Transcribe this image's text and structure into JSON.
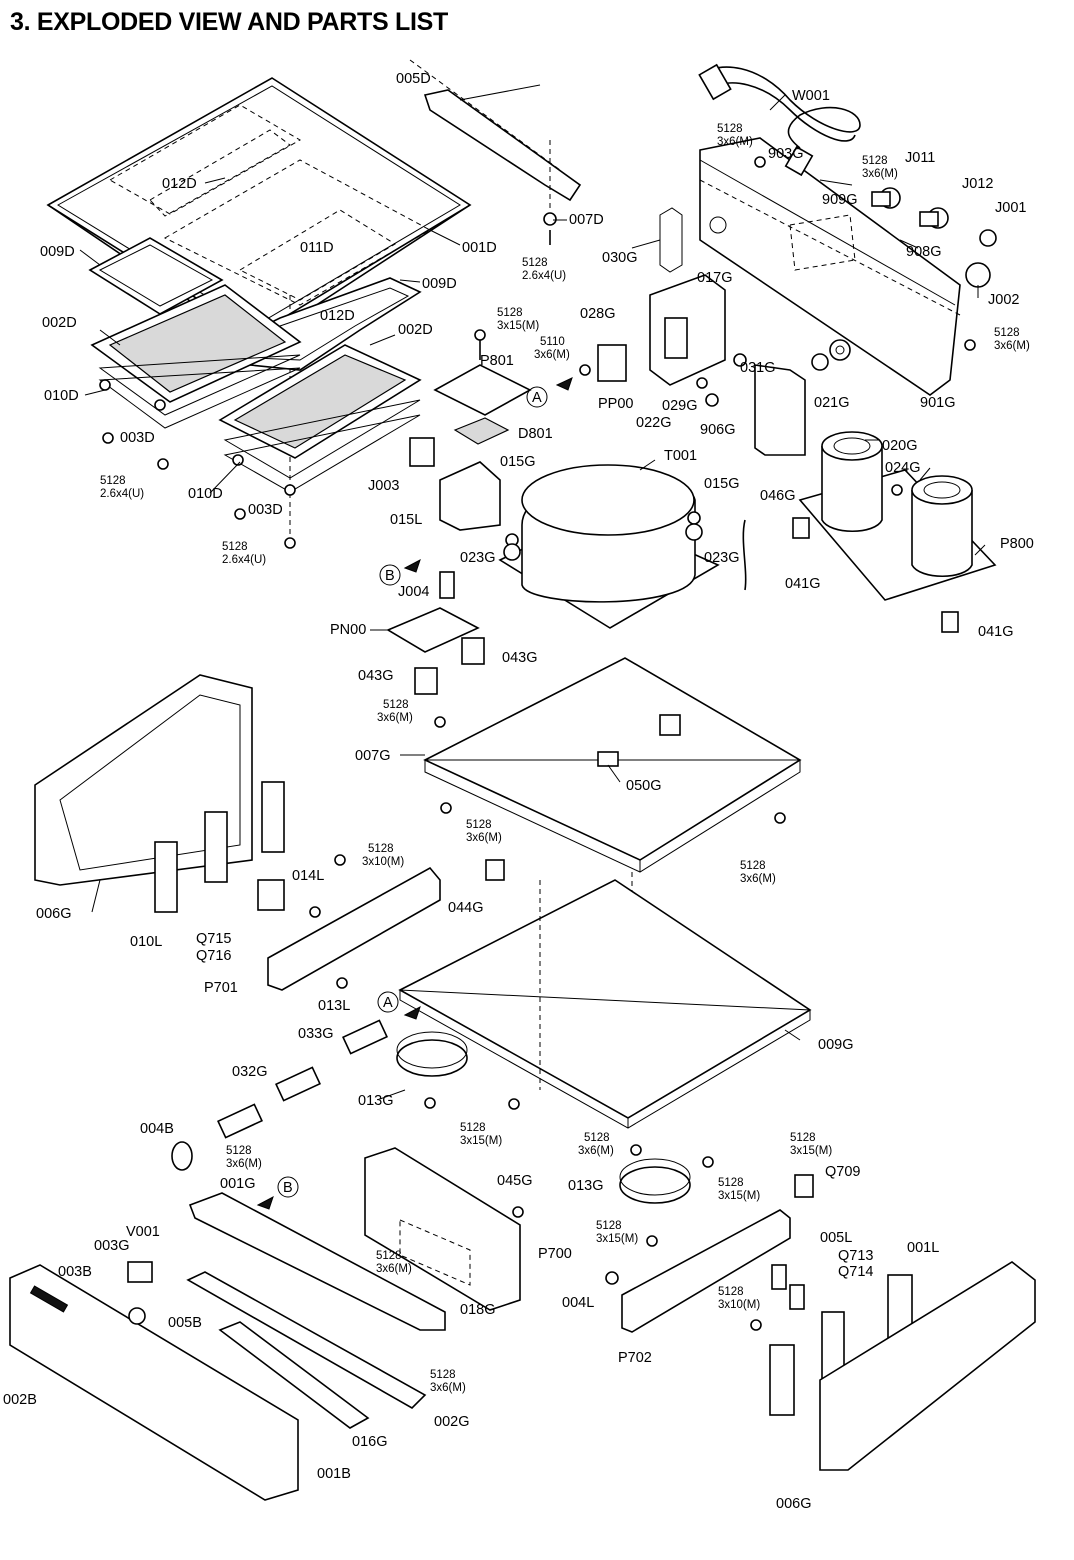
{
  "title": "3. EXPLODED VIEW AND PARTS LIST",
  "labels": {
    "p005D": "005D",
    "w001": "W001",
    "p012D_a": "012D",
    "p011D": "011D",
    "p001D": "001D",
    "p009D_a": "009D",
    "p009D_b": "009D",
    "p012D_b": "012D",
    "p002D_a": "002D",
    "p002D_b": "002D",
    "p010D_a": "010D",
    "p003D_a": "003D",
    "p010D_b": "010D",
    "p003D_b": "003D",
    "p007D": "007D",
    "p903G": "903G",
    "p909G": "909G",
    "j011": "J011",
    "j012": "J012",
    "j001": "J001",
    "j002": "J002",
    "p908G": "908G",
    "p030G": "030G",
    "p017G": "017G",
    "p028G": "028G",
    "pp00": "PP00",
    "p022G": "022G",
    "p029G": "029G",
    "p031G": "031G",
    "p906G": "906G",
    "p021G": "021G",
    "p901G": "901G",
    "p801": "P801",
    "d801": "D801",
    "j003": "J003",
    "p015L": "015L",
    "p015G_a": "015G",
    "p015G_b": "015G",
    "t001": "T001",
    "p046G": "046G",
    "p020G": "020G",
    "p024G": "024G",
    "p800": "P800",
    "p041G_a": "041G",
    "p041G_b": "041G",
    "p023G_a": "023G",
    "p023G_b": "023G",
    "j004": "J004",
    "pn00": "PN00",
    "p043G_a": "043G",
    "p043G_b": "043G",
    "p007G": "007G",
    "p050G": "050G",
    "p006G_a": "006G",
    "p044G": "044G",
    "p014L": "014L",
    "p010L": "010L",
    "q715": "Q715",
    "q716": "Q716",
    "p701": "P701",
    "p013L": "013L",
    "p009G": "009G",
    "p033G": "033G",
    "p032G": "032G",
    "p013G_a": "013G",
    "p004B": "004B",
    "p001G": "001G",
    "v001": "V001",
    "p003G": "003G",
    "p003B": "003B",
    "p005B": "005B",
    "p002B": "002B",
    "p045G": "045G",
    "p700": "P700",
    "p018G": "018G",
    "p016G": "016G",
    "p002G": "002G",
    "p001B": "001B",
    "p013G_b": "013G",
    "q709": "Q709",
    "p005L": "005L",
    "q713": "Q713",
    "q714": "Q714",
    "p001L": "001L",
    "p004L": "004L",
    "p702": "P702",
    "p006G_b": "006G",
    "markA1": "A",
    "markA2": "A",
    "markB1": "B",
    "markB2": "B"
  },
  "screws": {
    "s1_a": "5128",
    "s1_b": "2.6x4(U)",
    "s2_a": "5128",
    "s2_b": "2.6x4(U)",
    "s3_a": "5128",
    "s3_b": "2.6x4(U)",
    "s4_a": "5128",
    "s4_b": "3x6(M)",
    "s5_a": "5128",
    "s5_b": "3x6(M)",
    "s6_a": "5128",
    "s6_b": "3x6(M)",
    "s7_a": "5128",
    "s7_b": "3x15(M)",
    "s8_a": "5110",
    "s8_b": "3x6(M)",
    "s9_a": "5128",
    "s9_b": "3x6(M)",
    "s10_a": "5128",
    "s10_b": "3x6(M)",
    "s11_a": "5128",
    "s11_b": "3x10(M)",
    "s12_a": "5128",
    "s12_b": "3x6(M)",
    "s13_a": "5128",
    "s13_b": "3x15(M)",
    "s14_a": "5128",
    "s14_b": "3x6(M)",
    "s15_a": "5128",
    "s15_b": "3x15(M)",
    "s16_a": "5128",
    "s16_b": "3x15(M)",
    "s17_a": "5128",
    "s17_b": "3x6(M)",
    "s18_a": "5128",
    "s18_b": "3x6(M)",
    "s19_a": "5128",
    "s19_b": "3x15(M)",
    "s20_a": "5128",
    "s20_b": "3x10(M)",
    "s21_a": "5128",
    "s21_b": "3x6(M)"
  }
}
